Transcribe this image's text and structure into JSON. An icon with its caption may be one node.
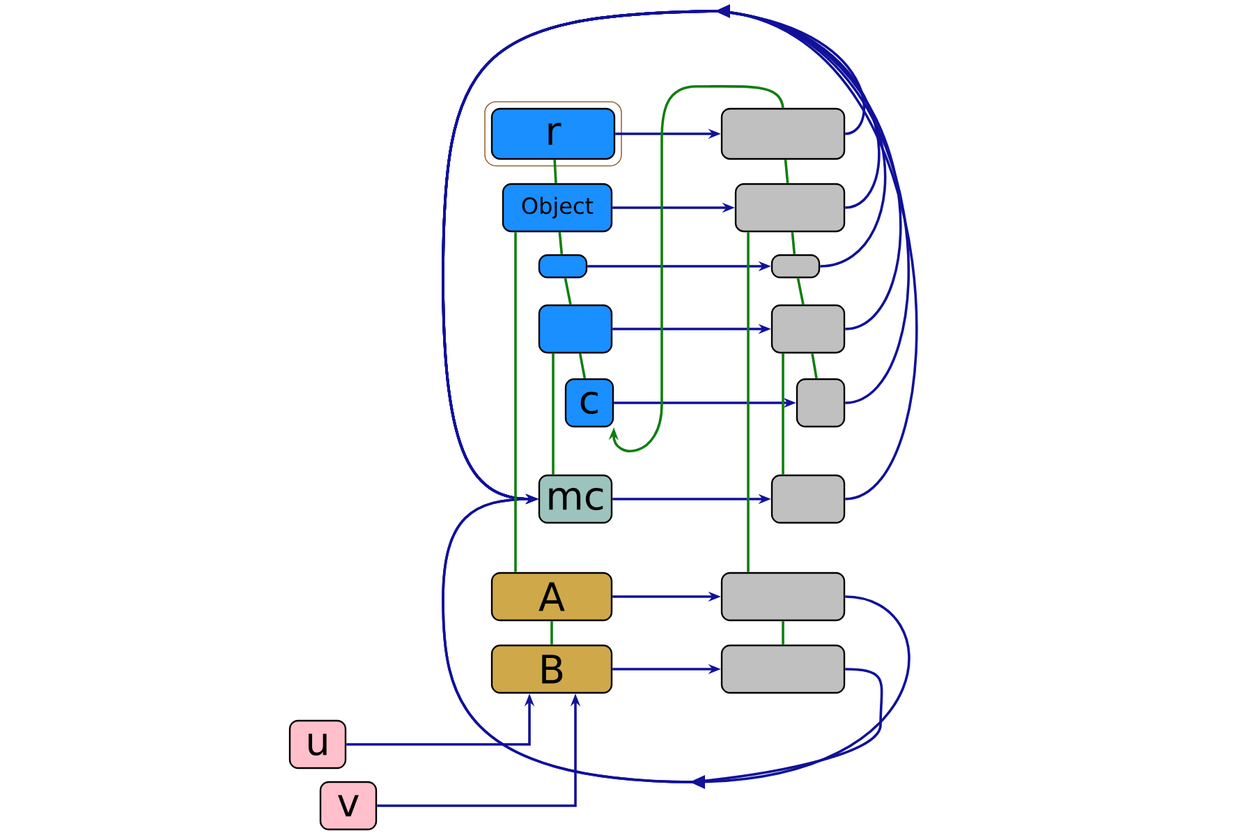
{
  "diagram": {
    "nodes": [
      {
        "text": [
          "r"
        ]
      },
      {
        "text": [
          "Object"
        ]
      },
      {
        "text": [],
        "shape": "box"
      },
      {
        "text": [],
        "shape": "box"
      },
      {
        "text": [
          "c"
        ]
      },
      {
        "text": [
          "mc"
        ]
      },
      {
        "text": [
          "A"
        ]
      },
      {
        "text": [
          "B"
        ]
      },
      {
        "text": [
          "u"
        ]
      },
      {
        "text": [
          "v"
        ]
      },
      {
        "text": [],
        "shape": "box"
      },
      {
        "text": [],
        "shape": "box"
      },
      {
        "text": [],
        "shape": "box"
      },
      {
        "text": [],
        "shape": "box"
      },
      {
        "text": [],
        "shape": "box"
      },
      {
        "text": [],
        "shape": "box"
      },
      {
        "text": [],
        "shape": "box"
      },
      {
        "text": [],
        "shape": "box"
      }
    ],
    "edges": [
      {
        "from": 0,
        "to": 10,
        "arrow": "to"
      },
      {
        "from": 1,
        "to": 11,
        "arrow": "to"
      },
      {
        "from": 2,
        "to": 12,
        "arrow": "to"
      },
      {
        "from": 3,
        "to": 13,
        "arrow": "to"
      },
      {
        "from": 4,
        "to": 14,
        "arrow": "to"
      },
      {
        "from": 5,
        "to": 15,
        "arrow": "to"
      },
      {
        "from": 6,
        "to": 16,
        "arrow": "to"
      },
      {
        "from": 7,
        "to": 17,
        "arrow": "to"
      },
      {
        "from": 8,
        "to": 7,
        "arrow": "to"
      },
      {
        "from": 9,
        "to": 7,
        "arrow": "to"
      },
      {
        "from": 10,
        "to": 5,
        "arrow": "to"
      },
      {
        "from": 11,
        "to": 5,
        "arrow": "to"
      },
      {
        "from": 12,
        "to": 5,
        "arrow": "to"
      },
      {
        "from": 13,
        "to": 5,
        "arrow": "to"
      },
      {
        "from": 14,
        "to": 5,
        "arrow": "to"
      },
      {
        "from": 15,
        "to": 5,
        "arrow": "to"
      },
      {
        "from": 16,
        "to": 5,
        "arrow": "to"
      },
      {
        "from": 17,
        "to": 5,
        "arrow": "to"
      },
      {
        "from": 0,
        "to": 1,
        "arrow": "none",
        "color": "#0f7f0f"
      },
      {
        "from": 1,
        "to": 2,
        "arrow": "none",
        "color": "#0f7f0f"
      },
      {
        "from": 2,
        "to": 3,
        "arrow": "none",
        "color": "#0f7f0f"
      },
      {
        "from": 3,
        "to": 4,
        "arrow": "none",
        "color": "#0f7f0f"
      },
      {
        "from": 1,
        "to": 6,
        "arrow": "none",
        "color": "#0f7f0f"
      },
      {
        "from": 3,
        "to": 5,
        "arrow": "none",
        "color": "#0f7f0f"
      },
      {
        "from": 6,
        "to": 7,
        "arrow": "none",
        "color": "#0f7f0f"
      },
      {
        "from": 10,
        "to": 11,
        "arrow": "none",
        "color": "#0f7f0f"
      },
      {
        "from": 11,
        "to": 12,
        "arrow": "none",
        "color": "#0f7f0f"
      },
      {
        "from": 12,
        "to": 13,
        "arrow": "none",
        "color": "#0f7f0f"
      },
      {
        "from": 13,
        "to": 14,
        "arrow": "none",
        "color": "#0f7f0f"
      },
      {
        "from": 11,
        "to": 16,
        "arrow": "none",
        "color": "#0f7f0f"
      },
      {
        "from": 13,
        "to": 15,
        "arrow": "none",
        "color": "#0f7f0f"
      },
      {
        "from": 16,
        "to": 17,
        "arrow": "none",
        "color": "#0f7f0f"
      },
      {
        "from": 10,
        "to": 4,
        "arrow": "to",
        "color": "#0f7f0f"
      }
    ]
  }
}
